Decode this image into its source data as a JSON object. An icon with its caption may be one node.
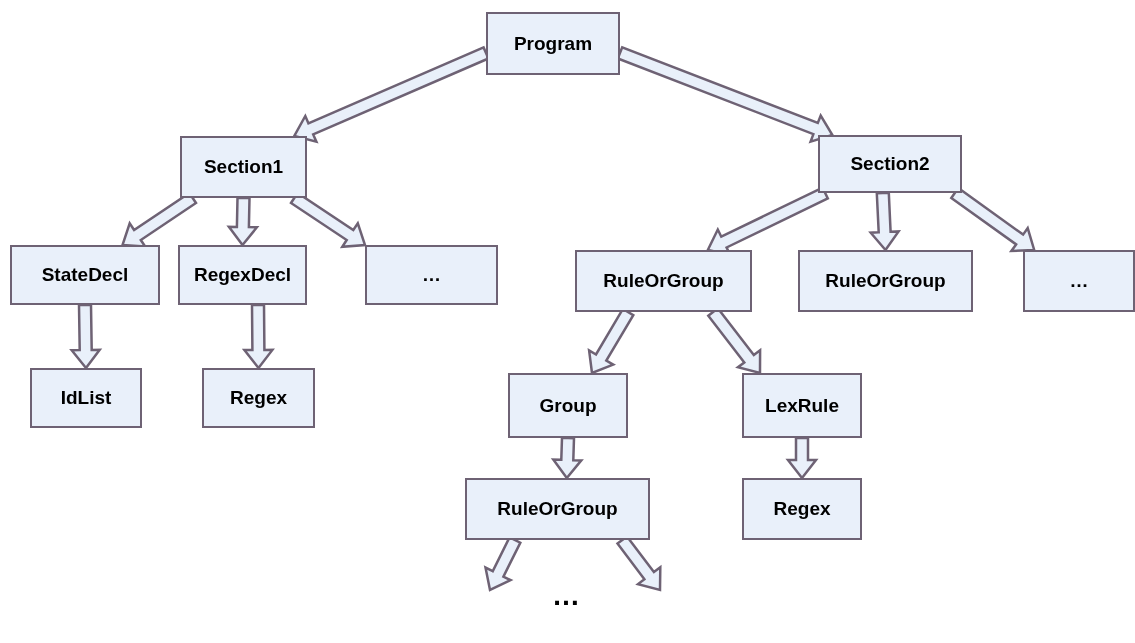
{
  "diagram": {
    "nodes": [
      {
        "text": [
          "Program"
        ]
      },
      {
        "text": [
          "Section1"
        ]
      },
      {
        "text": [
          "Section2"
        ]
      },
      {
        "text": [
          "StateDecl"
        ]
      },
      {
        "text": [
          "RegexDecl"
        ]
      },
      {
        "text": [
          "…"
        ]
      },
      {
        "text": [
          "RuleOrGroup"
        ]
      },
      {
        "text": [
          "RuleOrGroup"
        ]
      },
      {
        "text": [
          "…"
        ]
      },
      {
        "text": [
          "IdList"
        ]
      },
      {
        "text": [
          "Regex"
        ]
      },
      {
        "text": [
          "Group"
        ]
      },
      {
        "text": [
          "LexRule"
        ]
      },
      {
        "text": [
          "RuleOrGroup"
        ]
      },
      {
        "text": [
          "Regex"
        ]
      }
    ],
    "edges": [
      {
        "from": 0,
        "to": 1,
        "arrow": "to"
      },
      {
        "from": 0,
        "to": 2,
        "arrow": "to"
      },
      {
        "from": 1,
        "to": 3,
        "arrow": "to"
      },
      {
        "from": 1,
        "to": 4,
        "arrow": "to"
      },
      {
        "from": 1,
        "to": 5,
        "arrow": "to"
      },
      {
        "from": 2,
        "to": 6,
        "arrow": "to"
      },
      {
        "from": 2,
        "to": 7,
        "arrow": "to"
      },
      {
        "from": 2,
        "to": 8,
        "arrow": "to"
      },
      {
        "from": 3,
        "to": 9,
        "arrow": "to"
      },
      {
        "from": 4,
        "to": 10,
        "arrow": "to"
      },
      {
        "from": 6,
        "to": 11,
        "arrow": "to"
      },
      {
        "from": 6,
        "to": 12,
        "arrow": "to"
      },
      {
        "from": 11,
        "to": 13,
        "arrow": "to"
      },
      {
        "from": 12,
        "to": 14,
        "arrow": "to"
      },
      {
        "from": 13,
        "to": null,
        "arrow": "to"
      },
      {
        "from": 13,
        "to": null,
        "arrow": "to"
      }
    ],
    "labels": [
      "…"
    ]
  }
}
